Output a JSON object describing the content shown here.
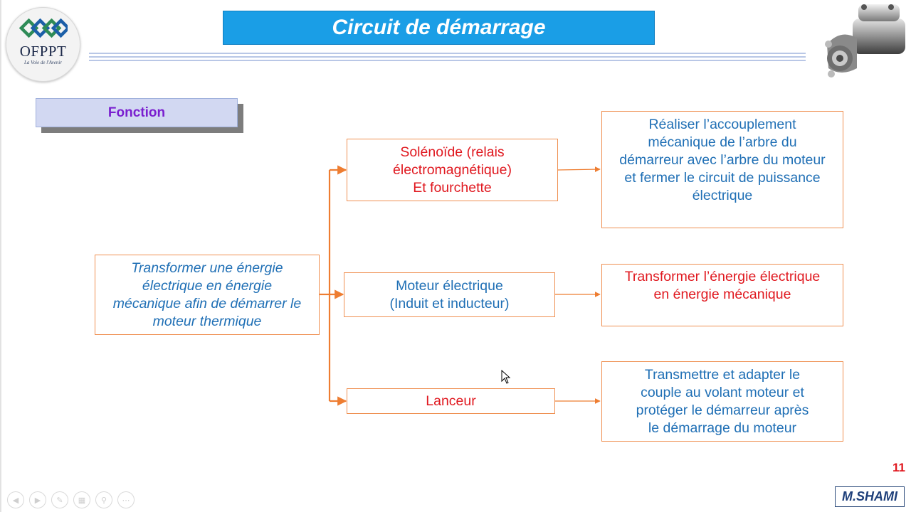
{
  "header": {
    "title": "Circuit de démarrage",
    "logo_name": "OFPPT",
    "logo_tagline": "La Voie de l'Avenir"
  },
  "section_label": "Fonction",
  "diagram": {
    "main_function": "Transformer une énergie\nélectrique en énergie\nmécanique afin de démarrer le\nmoteur thermique",
    "components": [
      {
        "name": "Solénoïde (relais\nélectromagnétique)\nEt fourchette",
        "function": "Réaliser l’accouplement\nmécanique de l’arbre du\ndémarreur avec l’arbre du moteur\net fermer le circuit de puissance\nélectrique"
      },
      {
        "name": "Moteur électrique\n(Induit et inducteur)",
        "function": "Transformer l’énergie électrique\nen énergie mécanique"
      },
      {
        "name": "Lanceur",
        "function": "Transmettre et adapter le\ncouple au volant moteur et\nprotéger le démarreur après\nle démarrage du moteur"
      }
    ]
  },
  "footer": {
    "page_number": "11",
    "author": "M.SHAMI"
  },
  "toolbar_icons": [
    "prev-icon",
    "next-icon",
    "pen-icon",
    "slides-icon",
    "zoom-icon",
    "more-icon"
  ],
  "colors": {
    "title_bg": "#1a9ee6",
    "box_border": "#ef9052",
    "arrow": "#ee7d31",
    "text_blue": "#1f6fb5",
    "text_red": "#e0181f",
    "label_purple": "#7a1fcf"
  }
}
